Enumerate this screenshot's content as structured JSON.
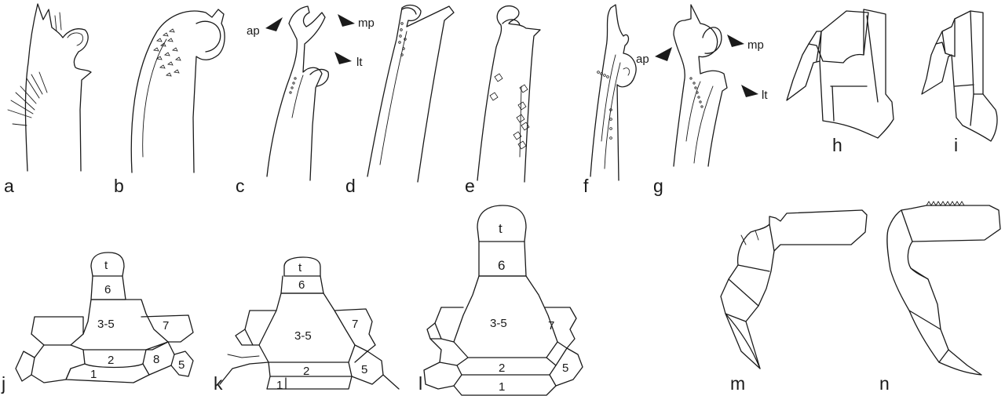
{
  "panels": {
    "a": "a",
    "b": "b",
    "c": "c",
    "d": "d",
    "e": "e",
    "f": "f",
    "g": "g",
    "h": "h",
    "i": "i",
    "j": "j",
    "k": "k",
    "l": "l",
    "m": "m",
    "n": "n"
  },
  "annotations": {
    "ap": "ap",
    "mp": "mp",
    "lt": "lt"
  },
  "segments": {
    "t": "t",
    "s6": "6",
    "s3_5": "3-5",
    "s7": "7",
    "s2": "2",
    "s1": "1",
    "s8": "8",
    "s5": "5"
  },
  "colors": {
    "line": "#1a1a1a",
    "background": "#ffffff"
  }
}
